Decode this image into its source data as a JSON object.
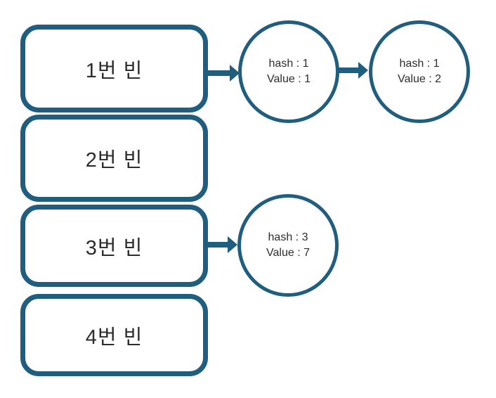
{
  "colors": {
    "stroke": "#1f5e7e",
    "text": "#2d2d2d",
    "background": "#ffffff"
  },
  "diagram": {
    "type": "hash-table-chaining",
    "bins": [
      {
        "label": "1번 빈"
      },
      {
        "label": "2번 빈"
      },
      {
        "label": "3번 빈"
      },
      {
        "label": "4번 빈"
      }
    ],
    "nodes": [
      {
        "line1": "hash : 1",
        "line2": "Value : 1"
      },
      {
        "line1": "hash : 1",
        "line2": "Value : 2"
      },
      {
        "line1": "hash : 3",
        "line2": "Value : 7"
      }
    ],
    "edges": [
      {
        "from": "bin-1",
        "to": "node-1"
      },
      {
        "from": "node-1",
        "to": "node-2"
      },
      {
        "from": "bin-3",
        "to": "node-3"
      }
    ]
  }
}
